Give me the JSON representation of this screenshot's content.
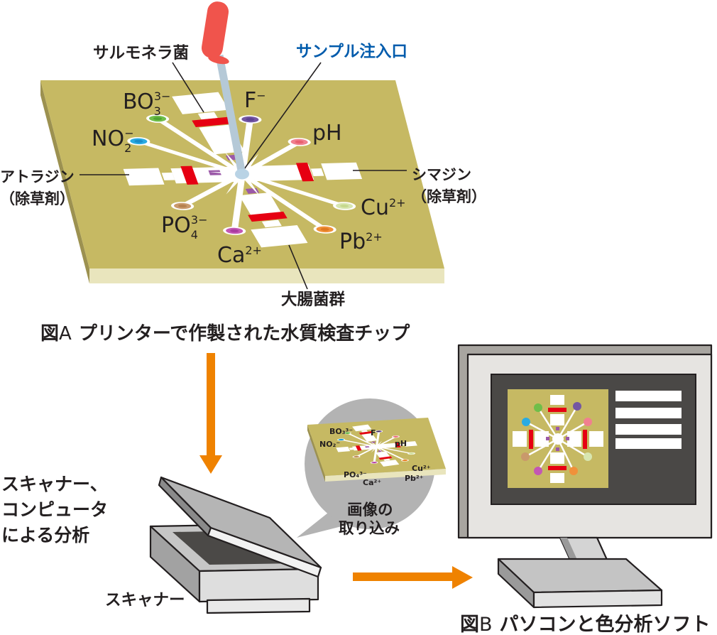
{
  "figure_a": {
    "fig_prefix": "図",
    "fig_letter": "A",
    "caption": "プリンターで作製された水質検査チップ",
    "inlet_label": "サンプル注入口",
    "salmonella": "サルモネラ菌",
    "coliform": "大腸菌群",
    "atrazine": [
      "アトラジン",
      "（除草剤）"
    ],
    "simazine": [
      "シマジン",
      "（除草剤）"
    ],
    "ions": [
      {
        "id": "bo3",
        "base": "BO",
        "sub": "3",
        "sup": "3−",
        "unicode": "BO₃³⁻"
      },
      {
        "id": "no2",
        "base": "NO",
        "sub": "2",
        "sup": "−",
        "unicode": "NO₂⁻"
      },
      {
        "id": "f",
        "base": "F",
        "sub": "",
        "sup": "−",
        "unicode": "F⁻"
      },
      {
        "id": "ph",
        "base": "pH",
        "sub": "",
        "sup": "",
        "unicode": "pH"
      },
      {
        "id": "po4",
        "base": "PO",
        "sub": "4",
        "sup": "3−",
        "unicode": "PO₄³⁻"
      },
      {
        "id": "ca",
        "base": "Ca",
        "sub": "",
        "sup": "2+",
        "unicode": "Ca²⁺"
      },
      {
        "id": "cu",
        "base": "Cu",
        "sub": "",
        "sup": "2+",
        "unicode": "Cu²⁺"
      },
      {
        "id": "pb",
        "base": "Pb",
        "sub": "",
        "sup": "2+",
        "unicode": "Pb²⁺"
      }
    ]
  },
  "process": {
    "note_lines": [
      "スキャナー、",
      "コンピュータ",
      "による分析"
    ],
    "scanner_label": "スキャナー",
    "bubble_lines": [
      "画像の",
      "取り込み"
    ]
  },
  "figure_b": {
    "fig_prefix": "図",
    "fig_letter": "B",
    "caption": "パソコンと色分析ソフト"
  },
  "colors": {
    "chip_top": "#c6b963",
    "chip_side": "#9c9150",
    "chip_front": "#e9e5bd",
    "red_strip": "#e60012",
    "purple_mark": "#9b59a8",
    "inlet_dot": "#b9d3e5",
    "dropper_bulb": "#f0544c",
    "dropper_stem": "#b5c9d7",
    "arrow_orange": "#ef8200",
    "label_blue": "#005bac",
    "label_black": "#231f20",
    "dot_green": "#6fbe49",
    "dot_blue": "#29abe2",
    "dot_purple": "#7456a3",
    "dot_pink": "#f0808f",
    "dot_tan": "#c9996b",
    "dot_magenta": "#c357b4",
    "dot_palegreen": "#d8e6b0",
    "dot_orange": "#f0913a",
    "bubble_gray": "#b3b3b3",
    "screen_dark": "#4a4846",
    "monitor_face": "#e6e4e1",
    "monitor_bevel": "#a8a5a0"
  }
}
